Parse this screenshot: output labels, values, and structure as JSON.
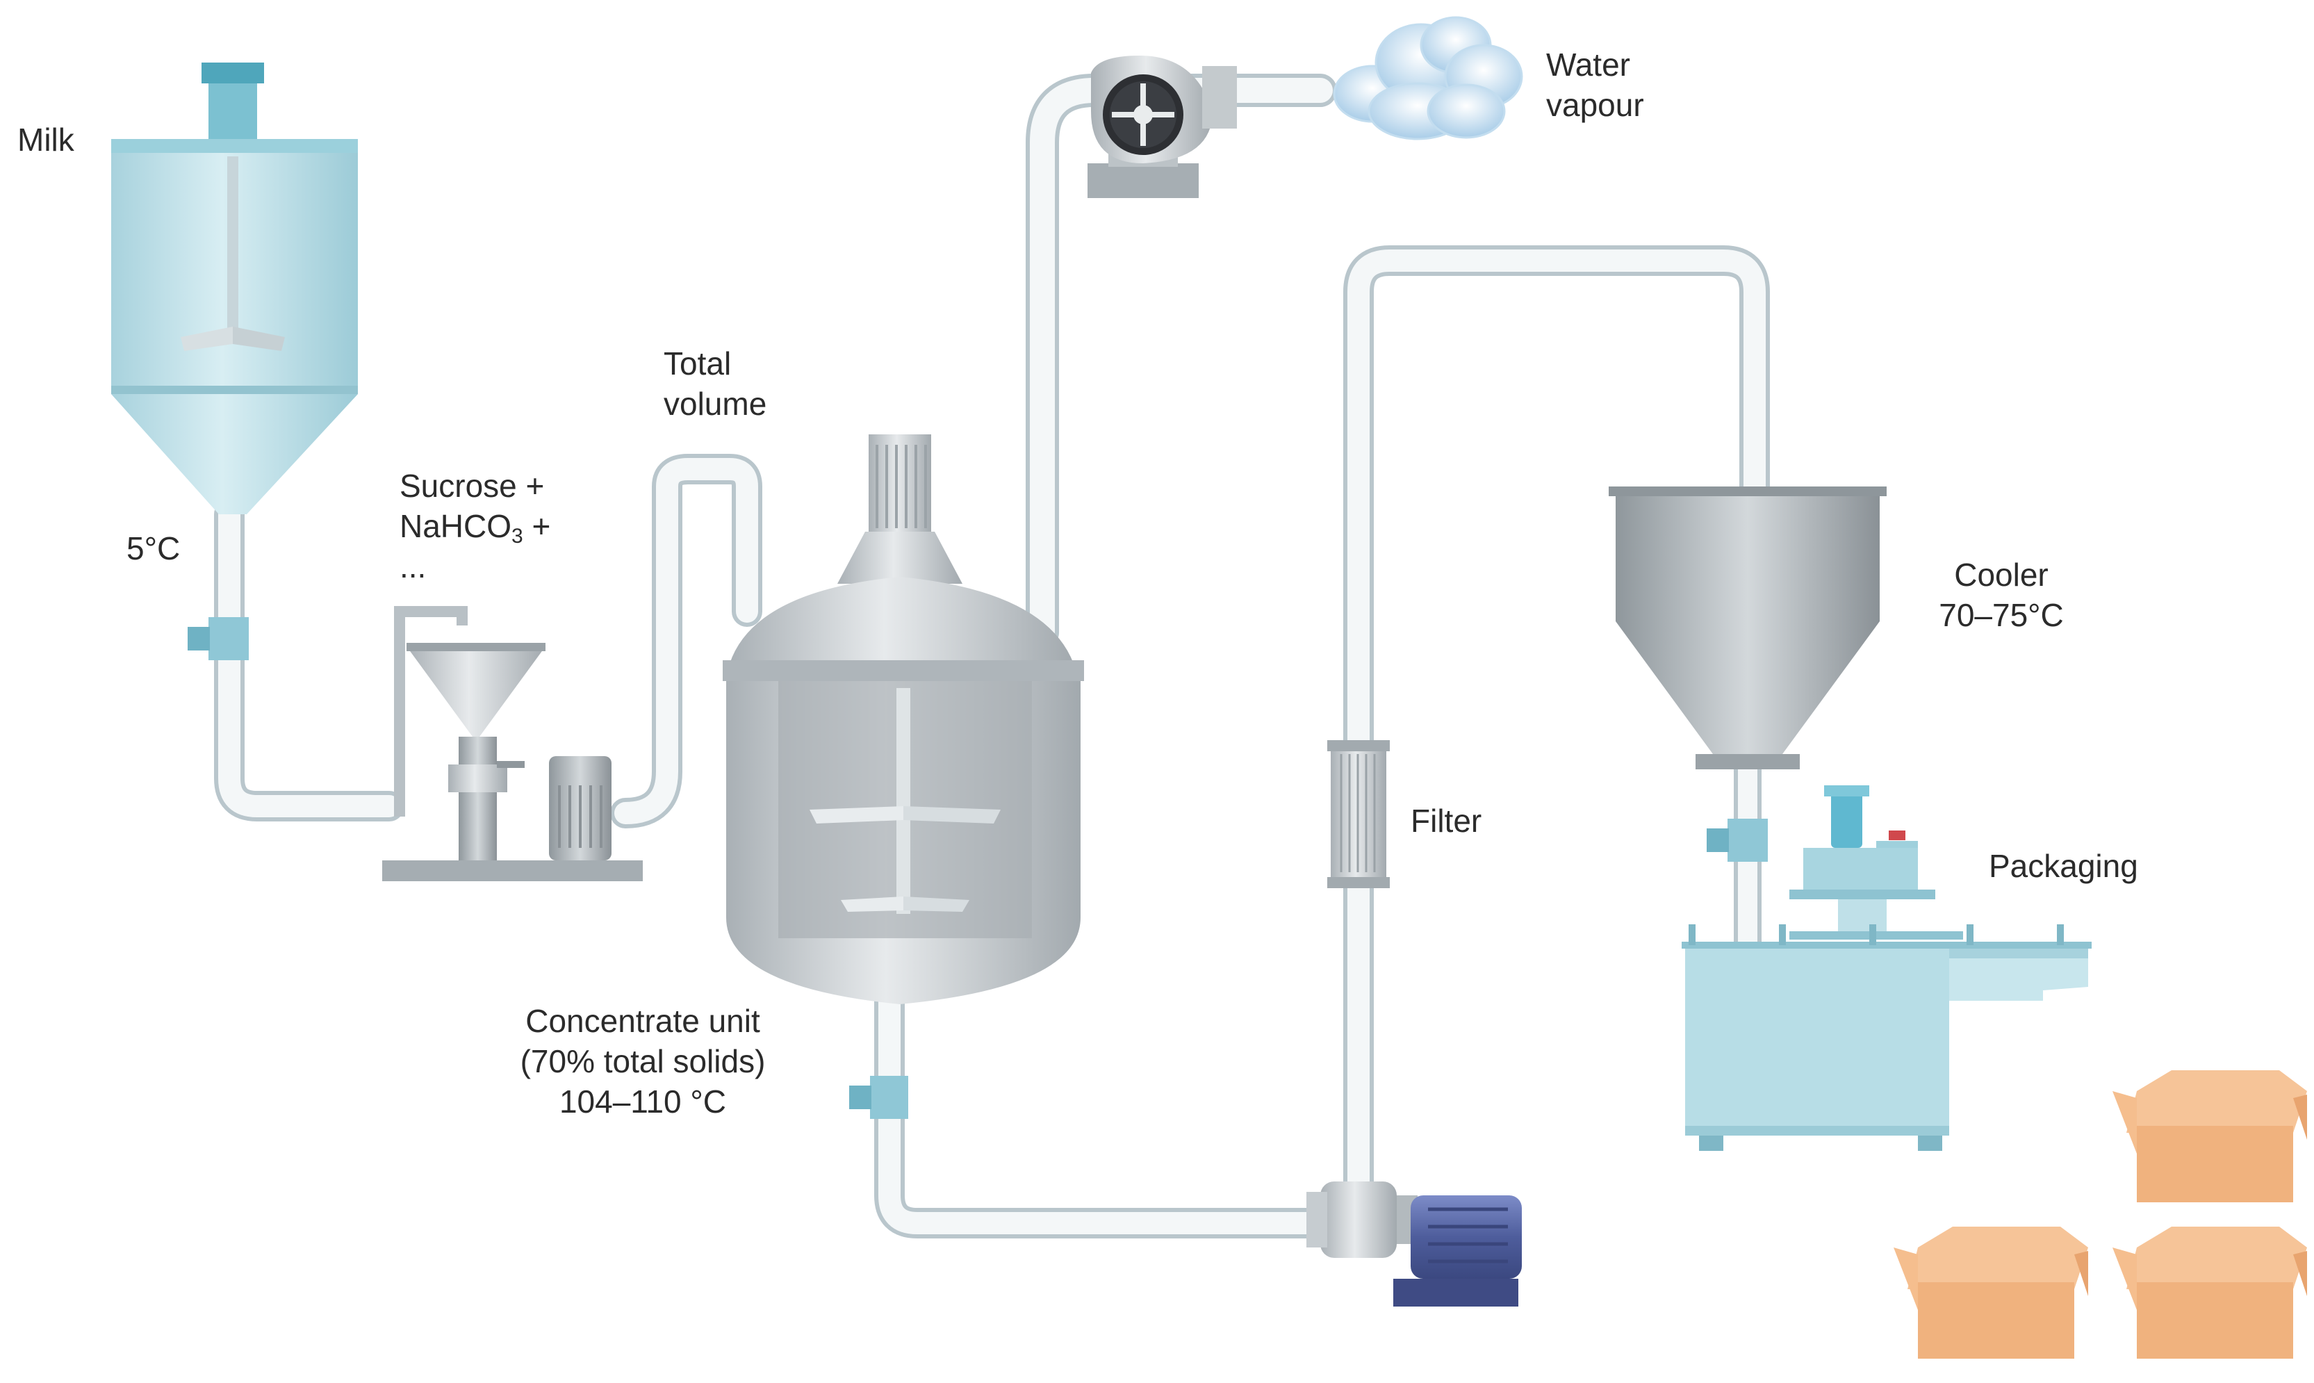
{
  "labels": {
    "milk": "Milk",
    "milk_temp": "5°C",
    "sucrose_1": "Sucrose +",
    "sucrose_2_pre": "NaHCO",
    "sucrose_2_sub": "3",
    "sucrose_2_post": " +",
    "sucrose_3": "...",
    "total_1": "Total",
    "total_2": "volume",
    "water_1": "Water",
    "water_2": "vapour",
    "conc_1": "Concentrate unit",
    "conc_2": "(70% total solids)",
    "conc_3": "104–110 °C",
    "filter": "Filter",
    "cooler_1": "Cooler",
    "cooler_2": "70–75°C",
    "packaging": "Packaging"
  },
  "colors": {
    "pipe": "#f1f4f5",
    "pipe_edge": "#b9c6cc",
    "tank_blue": "#bfe0e8",
    "steel": "#c9ced2",
    "motor_blue": "#5a6aa8",
    "box": "#f0b27e",
    "valve": "#8fc7d6"
  }
}
